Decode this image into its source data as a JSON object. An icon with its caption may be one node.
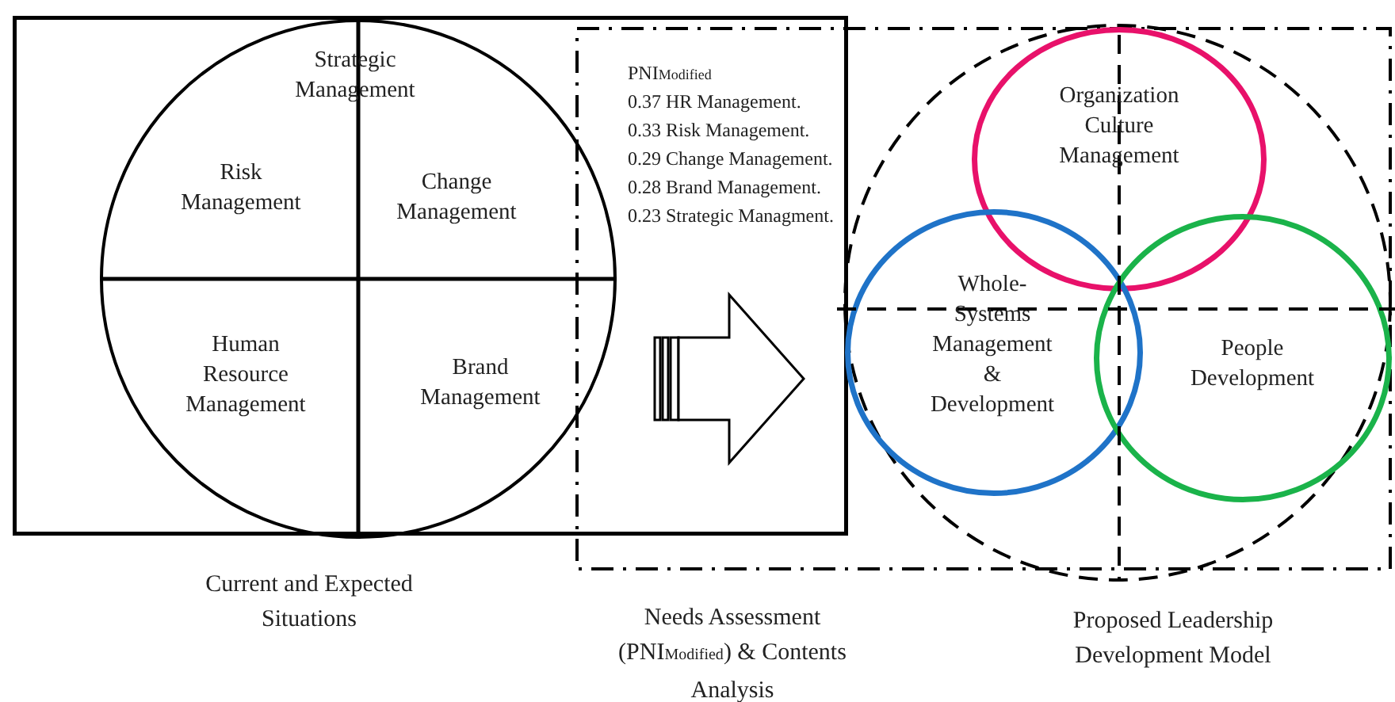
{
  "diagram": {
    "nodes": [
      {
        "text": [],
        "shape": "box"
      },
      {
        "text": [
          "Strategic Management",
          "Risk Management",
          "Change Management",
          "Human Resource Management",
          "Brand Management"
        ],
        "in": 0
      },
      {
        "text": [],
        "shape": "box"
      },
      {
        "text": [],
        "shape": "circle",
        "in": 2
      },
      {
        "text": [
          "Organization Culture Management"
        ],
        "in": 3
      },
      {
        "text": [
          "Whole-Systems Management & Development"
        ],
        "in": 3
      },
      {
        "text": [
          "People Development"
        ],
        "in": 3
      }
    ],
    "edges": [
      {
        "from": 1,
        "to": 3,
        "arrow": "to"
      }
    ],
    "labels": [
      "PNI$_{Modified}$",
      "0.37 HR Management.",
      "0.33 Risk Management.",
      "0.29 Change Management.",
      "0.28 Brand Management.",
      "0.23 Strategic Managment.",
      "Current and Expected Situations",
      "Needs Assessment (PNI$_{Modified}$) & Contents Analysis",
      "Proposed Leadership Development Model"
    ]
  }
}
